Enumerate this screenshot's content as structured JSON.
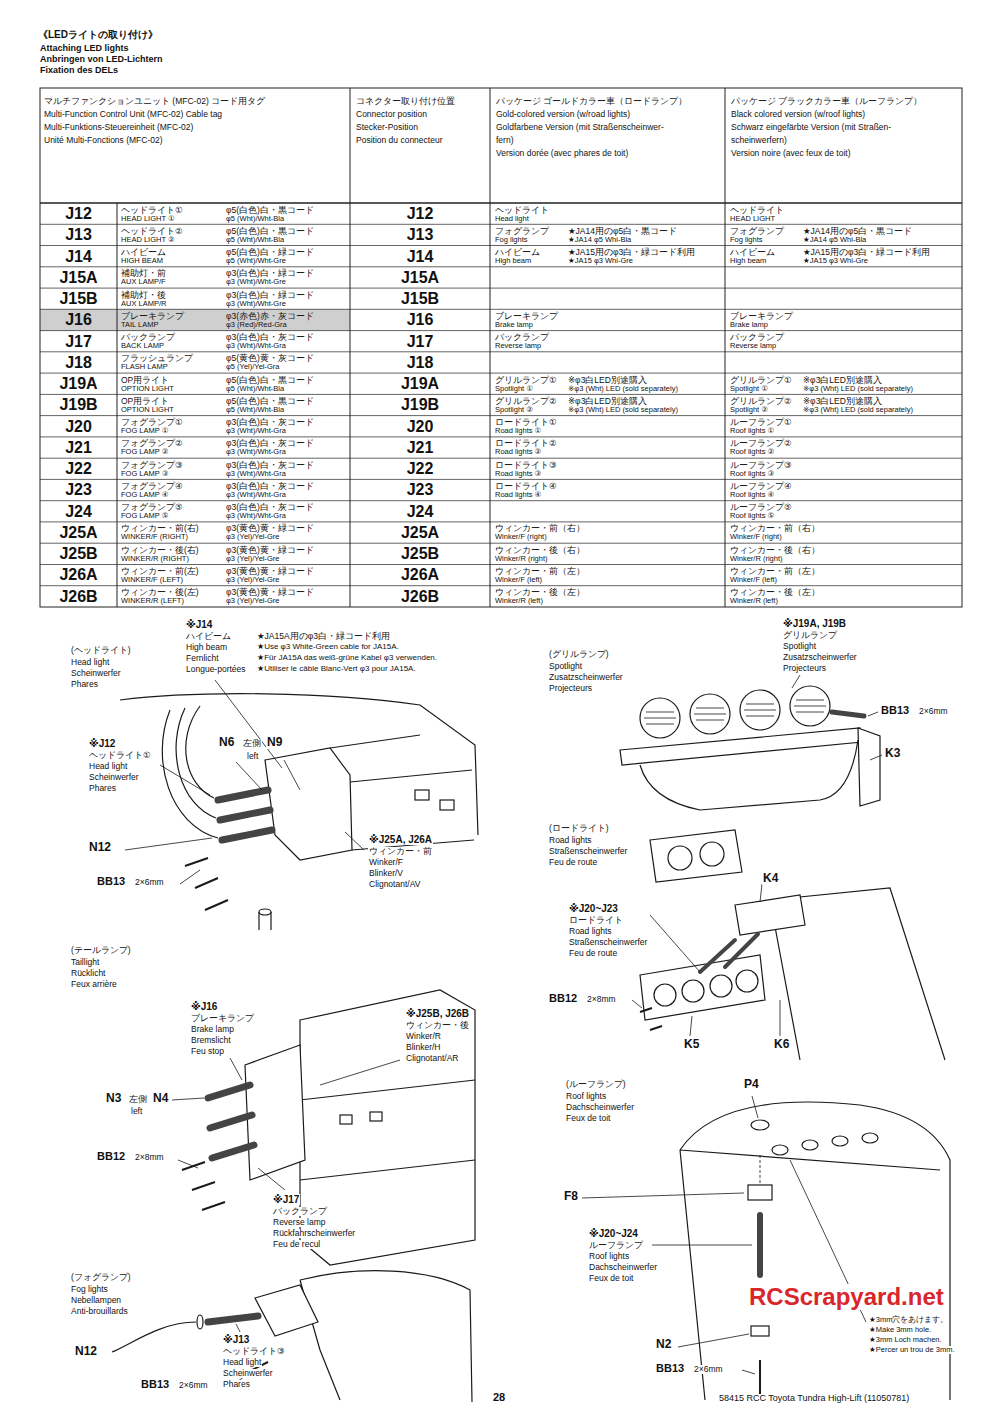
{
  "diagram": {
    "title": "《LEDライトの取り付け》",
    "labels": [
      "Attaching LED lights",
      "Anbringen von LED-Lichtern",
      "Fixation des DELs",
      "マルチファンクションユニット (MFC-02) コード用タグ",
      "Multi-Function Control Unit (MFC-02) Cable tag",
      "Multi-Funktions-Steuereinheit (MFC-02)",
      "Unité Multi-Fonctions (MFC-02)",
      "コネクター取り付け位置",
      "Connector position",
      "Stecker-Position",
      "Position du connecteur",
      "パッケージ ゴールドカラー車（ロードランプ）",
      "Gold-colored version (w/road lights)",
      "Goldfarbene Version (mit Straßenscheinwer-",
      "fern)",
      "Version dorée (avec phares de toit)",
      "パッケージ ブラックカラー車（ルーフランプ）",
      "Black colored version (w/roof lights)",
      "Schwarz eingefärbte Version (mit Straßen-",
      "scheinwerfern)",
      "Version noire (avec feux de toit)",
      "J12",
      "ヘッドライト①",
      "HEAD LIGHT ①",
      "φ5(白色)白・黒コード",
      "φ5 (Wht)/Wht-Bla",
      "J12",
      "ヘッドライト",
      "Head light",
      "ヘッドライト",
      "HEAD LIGHT",
      "J13",
      "ヘッドライト②",
      "HEAD LIGHT ②",
      "φ5(白色)白・黒コード",
      "φ5 (Wht)/Wht-Bla",
      "J13",
      "フォグランプ",
      "★JA14用のφ5白・黒コード",
      "Fog lights",
      "★JA14 φ5 Whi-Bla",
      "フォグランプ",
      "★JA14用のφ5白・黒コード",
      "Fog lights",
      "★JA14 φ5 Whi-Bla",
      "J14",
      "ハイビーム",
      "HIGH BEAM",
      "φ5(白色)白・緑コード",
      "φ5 (Wht)/Wht-Gre",
      "J14",
      "ハイビーム",
      "★JA15用のφ3白・緑コード利用",
      "High beam",
      "★JA15 φ3 Whi-Gre",
      "ハイビーム",
      "★JA15用のφ3白・緑コード利用",
      "High beam",
      "★JA15 φ3 Whi-Gre",
      "J15A",
      "補助灯・前",
      "AUX LAMP/F",
      "φ3(白色)白・緑コード",
      "φ3 (Wht)/Wht-Gre",
      "J15A",
      "J15B",
      "補助灯・後",
      "AUX LAMP/R",
      "φ3(白色)白・緑コード",
      "φ3 (Wht)/Wht-Gre",
      "J15B",
      "J16",
      "ブレーキランプ",
      "TAIL LAMP",
      "φ3(赤色)赤・灰コード",
      "φ3 (Red)/Red-Gra",
      "J16",
      "ブレーキランプ",
      "Brake lamp",
      "ブレーキランプ",
      "Brake lamp",
      "J17",
      "バックランプ",
      "BACK LAMP",
      "φ3(白色)白・灰コード",
      "φ3 (Wht)/Wht-Gra",
      "J17",
      "バックランプ",
      "Reverse lamp",
      "バックランプ",
      "Reverse lamp",
      "J18",
      "フラッシュランプ",
      "FLASH LAMP",
      "φ5(黄色)黄・灰コード",
      "φ5 (Yel)/Yel-Gra",
      "J18",
      "J19A",
      "OP用ライト",
      "OPTION LIGHT",
      "φ5(白色)白・黒コード",
      "φ5 (Wht)/Wht-Bla",
      "J19A",
      "グリルランプ①",
      "※φ3白LED別途購入",
      "Spotlight ①",
      "※φ3 (Wht) LED (sold separately)",
      "グリルランプ①",
      "※φ3白LED別途購入",
      "Spotlight ①",
      "※φ3 (Wht) LED (sold separately)",
      "J19B",
      "OP用ライト",
      "OPTION LIGHT",
      "φ5(白色)白・黒コード",
      "φ5 (Wht)/Wht-Bla",
      "J19B",
      "グリルランプ②",
      "※φ3白LED別途購入",
      "Spotlight ②",
      "※φ3 (Wht) LED (sold separately)",
      "グリルランプ②",
      "※φ3白LED別途購入",
      "Spotlight ②",
      "※φ3 (Wht) LED (sold separately)",
      "J20",
      "フォグランプ①",
      "FOG LAMP ①",
      "φ3(白色)白・灰コード",
      "φ3 (Wht)/Wht-Gra",
      "J20",
      "ロードライト①",
      "Road lights ①",
      "ルーフランプ①",
      "Roof lights ①",
      "J21",
      "フォグランプ②",
      "FOG LAMP ②",
      "φ3(白色)白・灰コード",
      "φ3 (Wht)/Wht-Gra",
      "J21",
      "ロードライト②",
      "Road lights ②",
      "ルーフランプ②",
      "Roof lights ②",
      "J22",
      "フォグランプ③",
      "FOG LAMP ③",
      "φ3(白色)白・灰コード",
      "φ3 (Wht)/Wht-Gra",
      "J22",
      "ロードライト③",
      "Road lights ③",
      "ルーフランプ③",
      "Roof lights ③",
      "J23",
      "フォグランプ④",
      "FOG LAMP ④",
      "φ3(白色)白・灰コード",
      "φ3 (Wht)/Wht-Gra",
      "J23",
      "ロードライト④",
      "Road lights ④",
      "ルーフランプ④",
      "Roof lights ④",
      "J24",
      "フォグランプ⑤",
      "FOG LAMP ⑤",
      "φ3(白色)白・灰コード",
      "φ3 (Wht)/Wht-Gra",
      "J24",
      "ルーフランプ⑤",
      "Roof lights ⑤",
      "J25A",
      "ウィンカー・前(右)",
      "WINKER/F (RIGHT)",
      "φ3(黄色)黄・緑コード",
      "φ3 (Yel)/Yel-Gre",
      "J25A",
      "ウィンカー・前（右）",
      "Winker/F (right)",
      "ウィンカー・前（右）",
      "Winker/F (right)",
      "J25B",
      "ウィンカー・後(右)",
      "WINKER/R (RIGHT)",
      "φ3(黄色)黄・緑コード",
      "φ3 (Yel)/Yel-Gre",
      "J25B",
      "ウィンカー・後（右）",
      "Winker/R (right)",
      "ウィンカー・後（右）",
      "Winker/R (right)",
      "J26A",
      "ウィンカー・前(左)",
      "WINKER/F (LEFT)",
      "φ3(黄色)黄・緑コード",
      "φ3 (Yel)/Yel-Gre",
      "J26A",
      "ウィンカー・前（左）",
      "Winker/F (left)",
      "ウィンカー・前（左）",
      "Winker/F (left)",
      "J26B",
      "ウィンカー・後(左)",
      "WINKER/R (LEFT)",
      "φ3(黄色)黄・緑コード",
      "φ3 (Yel)/Yel-Gre",
      "J26B",
      "ウィンカー・後（左）",
      "Winker/R (left)",
      "ウィンカー・後（左）",
      "Winker/R (left)",
      "(ヘッドライト)",
      "Head light",
      "Scheinwerfer",
      "Phares",
      "※J14",
      "ハイビーム",
      "High beam",
      "Fernlicht",
      "Longue-portées",
      "★JA15A用のφ3白・緑コード利用",
      "★Use φ3 White-Green cable for JA15A.",
      "★Für JA15A das weiß-grüne Kabel φ3 verwenden.",
      "★Utiliser le câble Blanc-Vert φ3 pour JA15A.",
      "※J12",
      "ヘッドライト①",
      "Head light",
      "Scheinwerfer",
      "Phares",
      "N6",
      "左側",
      "N9",
      "left",
      "N12",
      "BB13",
      "2×6mm",
      "※J25A, J26A",
      "ウィンカー・前",
      "Winker/F",
      "Blinker/V",
      "Clignotant/AV",
      "(テールランプ)",
      "Taillight",
      "Rücklicht",
      "Feux arrière",
      "※J16",
      "ブレーキランプ",
      "Brake lamp",
      "Bremslicht",
      "Feu stop",
      "※J25B, J26B",
      "ウィンカー・後",
      "Winker/R",
      "Blinker/H",
      "Clignotant/AR",
      "N3",
      "左側",
      "N4",
      "left",
      "BB12",
      "2×8mm",
      "※J17",
      "バックランプ",
      "Reverse lamp",
      "Rückfahrscheinwerfer",
      "Feu de recul",
      "(フォグランプ)",
      "Fog lights",
      "Nebellampen",
      "Anti-brouillards",
      "N12",
      "※J13",
      "ヘッドライト③",
      "Head light",
      "Scheinwerfer",
      "Phares",
      "BB13",
      "2×6mm",
      "(グリルランプ)",
      "Spotlight",
      "Zusatzscheinwerfer",
      "Projecteurs",
      "※J19A, J19B",
      "グリルランプ",
      "Spotlight",
      "Zusatzscheinwerfer",
      "Projecteurs",
      "BB13",
      "2×6mm",
      "K3",
      "(ロードライト)",
      "Road lights",
      "Straßenscheinwerfer",
      "Feu de route",
      "K4",
      "※J20~J23",
      "ロードライト",
      "Road lights",
      "Straßenscheinwerfer",
      "Feu de route",
      "BB12",
      "2×8mm",
      "K5",
      "K6",
      "(ルーフランプ)",
      "Roof lights",
      "Dachscheinwerfer",
      "Feux de toit",
      "P4",
      "F8",
      "※J20~J24",
      "ルーフランプ",
      "Roof lights",
      "Dachscheinwerfer",
      "Feux de toit",
      "N2",
      "BB13",
      "2×6mm",
      "★3mm穴をあけます。",
      "★Make 3mm hole.",
      "★3mm Loch machen.",
      "★Percer un trou de 3mm.",
      "RCScrapyard.net",
      "28",
      "58415 RCC Toyota Tundra High-Lift (11050781)"
    ]
  }
}
